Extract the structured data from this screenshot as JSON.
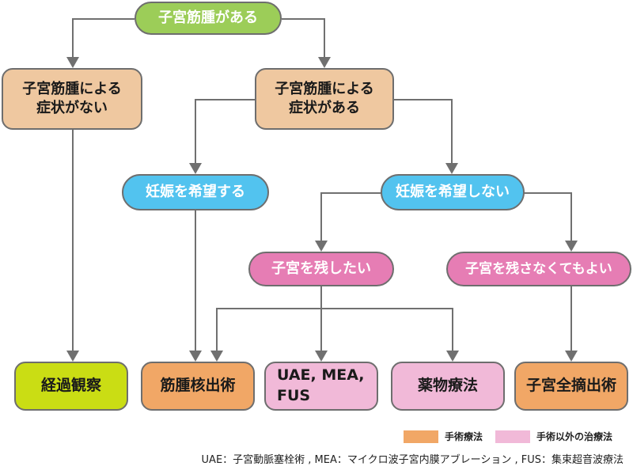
{
  "nodes": {
    "root": "子宮筋腫がある",
    "no_symptoms": "子宮筋腫による\n症状がない",
    "symptoms": "子宮筋腫による\n症状がある",
    "want_pregnancy": "妊娠を希望する",
    "no_pregnancy": "妊娠を希望しない",
    "keep_uterus": "子宮を残したい",
    "remove_ok": "子宮を残さなくてもよい",
    "observation": "経過観察",
    "myomectomy": "筋腫核出術",
    "uae_mea_fus": "UAE, MEA,\nFUS",
    "medication": "薬物療法",
    "hysterectomy": "子宮全摘出術"
  },
  "legend": {
    "surgery": "手術療法",
    "non_surgery": "手術以外の治療法"
  },
  "footnote": "UAE：子宮動脈塞栓術 , MEA：マイクロ波子宮内膜アブレーション , FUS：集束超音波療法"
}
